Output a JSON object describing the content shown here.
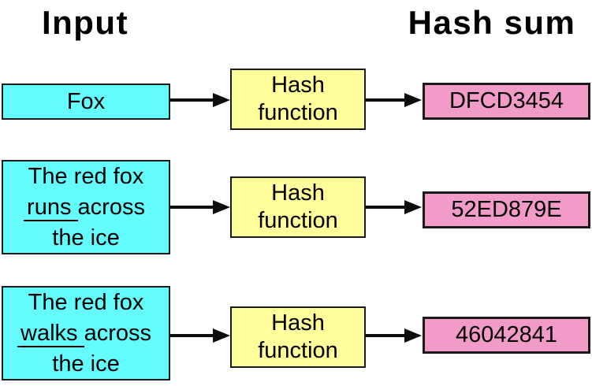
{
  "titles": {
    "input": "Input",
    "hash_sum": "Hash sum"
  },
  "colors": {
    "input_fill": "#63fbfb",
    "function_fill": "#fefe9a",
    "sum_fill": "#f29ac8",
    "border": "#1a1a1a",
    "arrow": "#0d0d0d",
    "background": "#ffffff",
    "text": "#000000"
  },
  "rows": [
    {
      "input": {
        "line1": "Fox"
      },
      "function_label": {
        "line1": "Hash",
        "line2": "function"
      },
      "sum": "DFCD3454"
    },
    {
      "input": {
        "line1": "The red fox",
        "line2_underlined": "runs ",
        "line2_rest": "across",
        "line3": "the ice"
      },
      "function_label": {
        "line1": "Hash",
        "line2": "function"
      },
      "sum": "52ED879E"
    },
    {
      "input": {
        "line1": "The red fox",
        "line2_underlined": "walks ",
        "line2_rest": "across",
        "line3": "the ice"
      },
      "function_label": {
        "line1": "Hash",
        "line2": "function"
      },
      "sum": "46042841"
    }
  ]
}
